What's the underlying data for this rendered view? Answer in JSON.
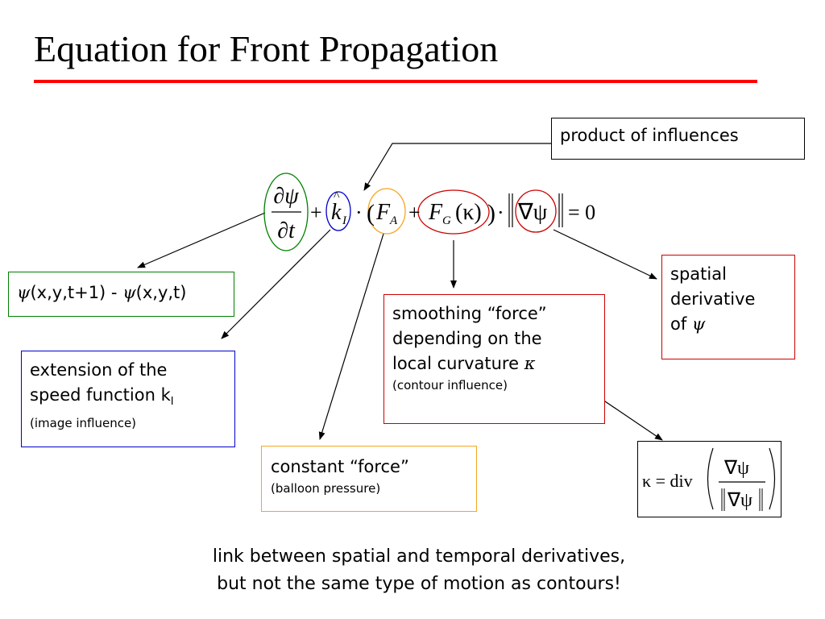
{
  "title": "Equation for Front Propagation",
  "colors": {
    "title_rule": "#ff0000",
    "green": "#008000",
    "blue": "#0000cc",
    "orange": "#f5a623",
    "red": "#cc0000",
    "black": "#000000"
  },
  "boxes": {
    "product": {
      "text": "product of influences"
    },
    "temporal": {
      "psi1": "ψ",
      "text1": "(x,y,t+1) - ",
      "psi2": "ψ",
      "text2": "(x,y,t)"
    },
    "extension": {
      "line1": "extension of the",
      "line2": "speed function k",
      "sub": "I",
      "small": "(image influence)"
    },
    "constant": {
      "line1": "constant “force”",
      "small": "(balloon pressure)"
    },
    "smoothing": {
      "line1": "smoothing “force”",
      "line2": "depending on the",
      "line3": "local curvature ",
      "kappa": "κ",
      "small": "(contour influence)"
    },
    "spatial": {
      "line1": "spatial",
      "line2": "derivative",
      "line3": "of ",
      "psi": "ψ"
    }
  },
  "equation": {
    "d_psi": "∂ψ",
    "d_t": "∂t",
    "plus1": "+",
    "k_hat": "k",
    "k_sub": "I",
    "dot1": "·",
    "lparen": "(",
    "F_A": "F",
    "F_A_sub": "A",
    "plus2": "+",
    "F_G": "F",
    "F_G_sub": "G",
    "kappa_arg": "(κ)",
    "rparen": ")",
    "dot2": "·",
    "nabla_psi": "∇ψ",
    "equals_zero": "= 0"
  },
  "kappa_formula": {
    "lhs": "κ = div",
    "num": "∇ψ",
    "den": "∇ψ"
  },
  "conclusion": {
    "line1": "link between spatial and temporal derivatives,",
    "line2": "but not the same type of motion as contours!"
  }
}
